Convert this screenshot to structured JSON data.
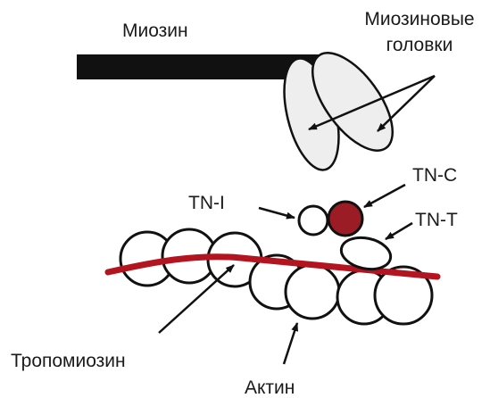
{
  "labels": {
    "myosin": "Миозин",
    "myosin_heads_line1": "Миозиновые",
    "myosin_heads_line2": "головки",
    "tn_c": "TN-C",
    "tn_i": "TN-I",
    "tn_t": "TN-T",
    "tropomyosin": "Тропомиозин",
    "actin": "Актин"
  },
  "colors": {
    "stroke": "#111111",
    "myosin_head_fill": "#eeeeee",
    "tn_c_fill": "#9c1c26",
    "tropomyosin": "#b3141f",
    "text": "#1a1a1a"
  }
}
